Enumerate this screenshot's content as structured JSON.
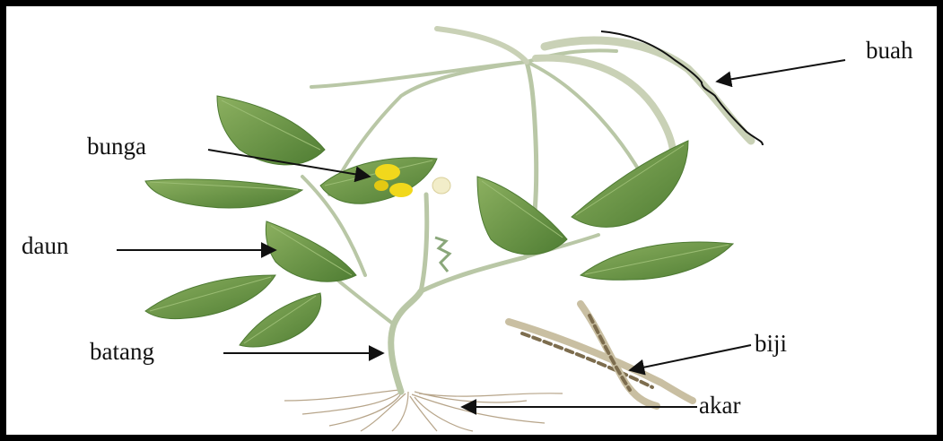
{
  "labels": {
    "buah": "buah",
    "bunga": "bunga",
    "daun": "daun",
    "batang": "batang",
    "biji": "biji",
    "akar": "akar"
  },
  "colors": {
    "border": "#000000",
    "background": "#ffffff",
    "leaf": "#6f9a4a",
    "leaf_dark": "#4d7a32",
    "stem": "#b9c7a6",
    "pod": "#c9d1b6",
    "flower": "#f1d81c",
    "seed": "#7d6d4e",
    "root": "#b7a58a",
    "arrow": "#111111"
  }
}
